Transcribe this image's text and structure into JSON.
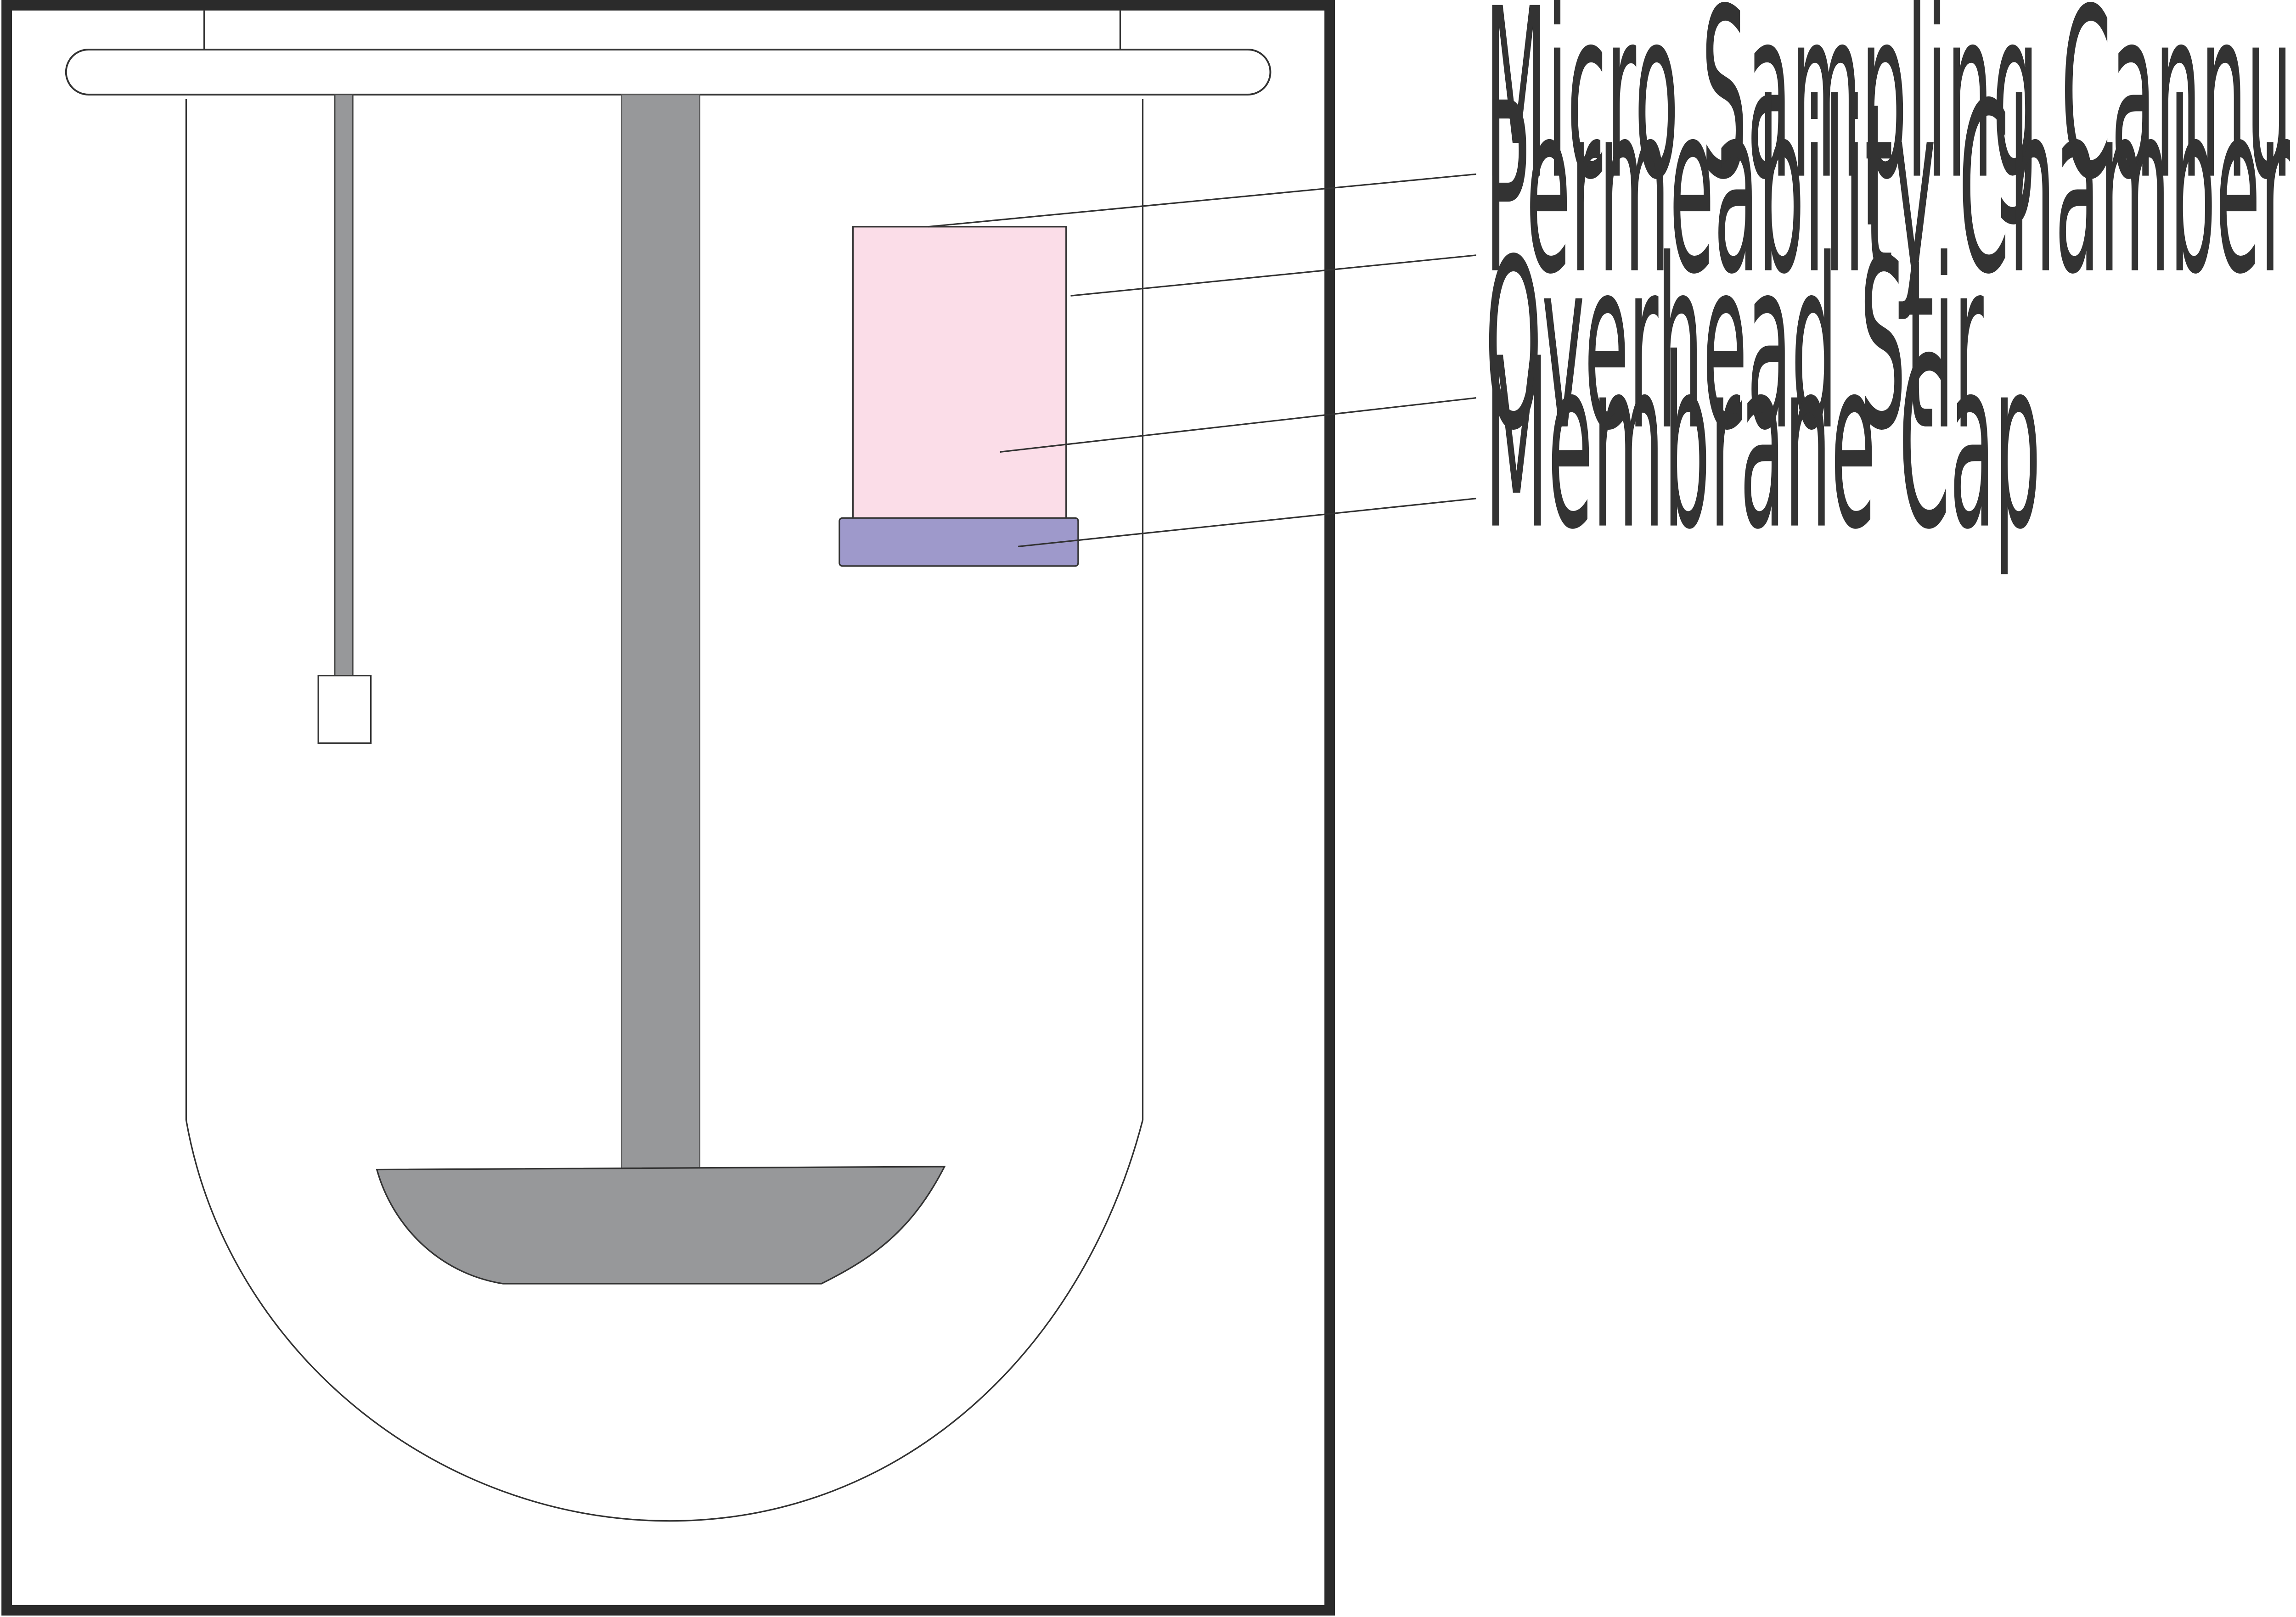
{
  "labels": {
    "micro_sampling_cannula": "Micro Sampling Cannula",
    "permeability_chamber": "Permeability Chamber",
    "overhead_stir": "Overhead Stir",
    "membrane_cap": "Membrane Cap"
  },
  "colors": {
    "outer_frame": "#2b2b2b",
    "outline": "#333333",
    "stir_gray": "#97989a",
    "chamber_pink": "#fbdde8",
    "cap_purple": "#9e99cb",
    "label_text": "#333333",
    "background": "#ffffff"
  },
  "icons": {
    "vessel": "round-bottom-vessel",
    "stirrer": "overhead-stir-paddle",
    "cannula": "sampling-cannula-probe"
  }
}
